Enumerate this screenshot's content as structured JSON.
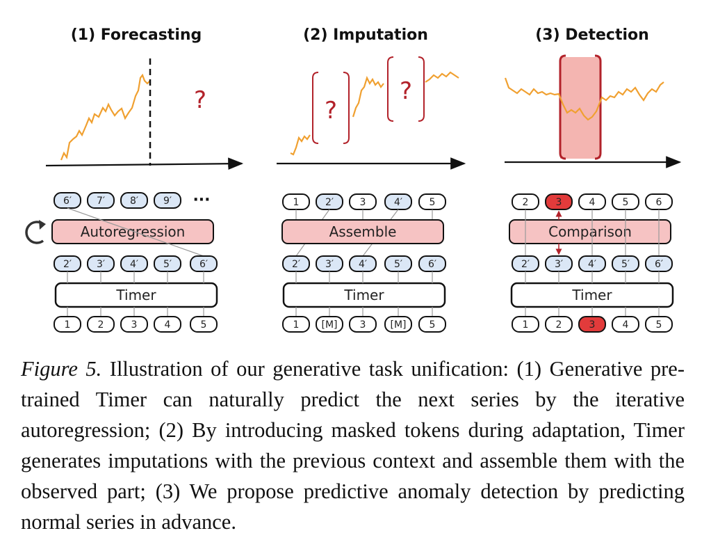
{
  "panels": [
    {
      "title": "(1) Forecasting",
      "question_marks": [
        "?"
      ],
      "top_tokens": [
        "6′",
        "7′",
        "8′",
        "9′"
      ],
      "ellipsis": "···",
      "bar_label": "Autoregression",
      "mid_tokens": [
        "2′",
        "3′",
        "4′",
        "5′",
        "6′"
      ],
      "model_label": "Timer",
      "input_tokens": [
        "1",
        "2",
        "3",
        "4",
        "5"
      ]
    },
    {
      "title": "(2) Imputation",
      "question_marks": [
        "?",
        "?"
      ],
      "top_tokens": [
        "1",
        "2′",
        "3",
        "4′",
        "5"
      ],
      "bar_label": "Assemble",
      "mid_tokens": [
        "2′",
        "3′",
        "4′",
        "5′",
        "6′"
      ],
      "model_label": "Timer",
      "input_tokens": [
        "1",
        "[M]",
        "3",
        "[M]",
        "5"
      ]
    },
    {
      "title": "(3) Detection",
      "top_tokens": [
        "2",
        "3",
        "4",
        "5",
        "6"
      ],
      "bar_label": "Comparison",
      "mid_tokens": [
        "2′",
        "3′",
        "4′",
        "5′",
        "6′"
      ],
      "model_label": "Timer",
      "input_tokens": [
        "1",
        "2",
        "3",
        "4",
        "5"
      ]
    }
  ],
  "colors": {
    "series": "#f0a030",
    "bar_fill": "#f6c3c3",
    "token_fill_light": "#dbe7f6",
    "anomaly_red": "#e23b3b",
    "bracket": "#b2222a"
  },
  "icons": [
    "loop-arrow-icon"
  ],
  "caption": {
    "label": "Figure 5.",
    "text": " Illustration of our generative task unification: (1) Generative pre-trained Timer can naturally predict the next series by the iterative autoregression; (2) By introducing masked tokens during adaptation, Timer generates imputations with the previous context and assemble them with the observed part; (3) We propose predictive anomaly detection by predicting normal series in advance."
  }
}
